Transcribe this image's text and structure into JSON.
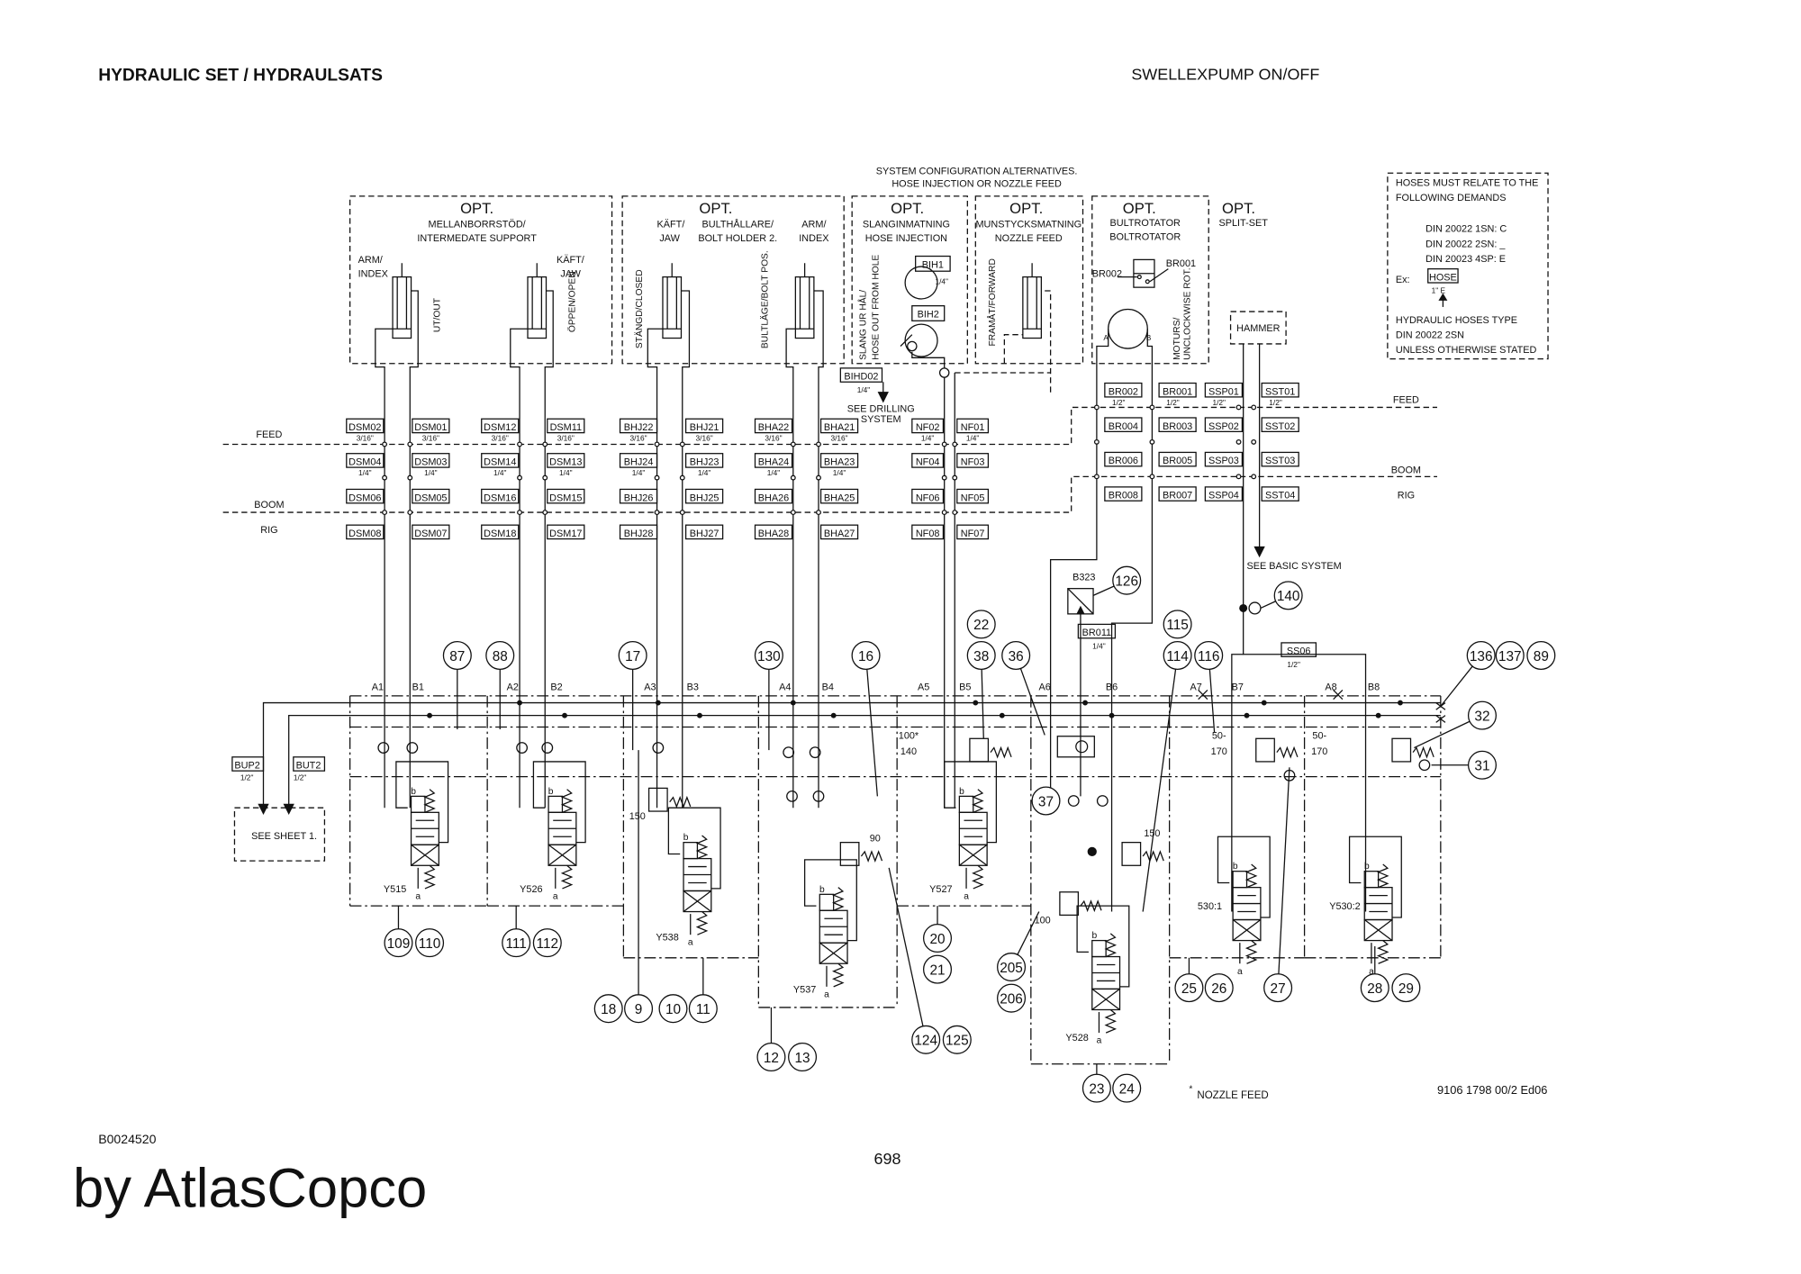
{
  "header": {
    "title": "HYDRAULIC SET / HYDRAULSATS",
    "subtitle": "SWELLEXPUMP ON/OFF"
  },
  "footer": {
    "drawing_id": "B0024520",
    "brand": "by AtlasCopco",
    "page": "698",
    "doc_number": "9106 1798 00/2 Ed06",
    "nozzle_note_mark": "*",
    "nozzle_note": "NOZZLE FEED"
  },
  "config_note": [
    "SYSTEM CONFIGURATION ALTERNATIVES.",
    "HOSE INJECTION OR NOZZLE FEED"
  ],
  "opt": {
    "support": {
      "opt": "OPT.",
      "t1": "MELLANBORRSTÖD/",
      "t2": "INTERMEDATE SUPPORT",
      "arm1": "ARM/",
      "arm2": "INDEX",
      "out": "UT/OUT",
      "jaw1": "KÄFT/",
      "jaw2": "JAW",
      "open": "ÖPPEN/OPEN"
    },
    "bolt_holder": {
      "opt": "OPT.",
      "jaw1": "KÄFT/",
      "jaw2": "JAW",
      "t1": "BULTHÅLLARE/",
      "t2": "BOLT HOLDER 2.",
      "arm1": "ARM/",
      "arm2": "INDEX",
      "closed": "STÄNGD/CLOSED",
      "pos": "BULTLÄGE/BOLT POS."
    },
    "hose_injection": {
      "opt": "OPT.",
      "t1": "SLANGINMATNING",
      "t2": "HOSE INJECTION",
      "v1": "SLANG UR HÅL/",
      "v2": "HOSE OUT FROM HOLE",
      "bih1": "BIH1",
      "bih1_size": "1/4\"",
      "bih2": "BIH2",
      "bihd02": "BIHD02",
      "bihd02_size": "1/4\"",
      "see1": "SEE DRILLING",
      "see2": "SYSTEM"
    },
    "nozzle_feed": {
      "opt": "OPT.",
      "t1": "MUNSTYCKSMATNING",
      "t2": "NOZZLE FEED",
      "forward": "FRAMÅT/FORWARD"
    },
    "bolt_rotator": {
      "opt": "OPT.",
      "t1": "BULTROTATOR",
      "t2": "BOLTROTATOR",
      "br002": "BR002",
      "br001": "BR001",
      "a": "A",
      "b": "B",
      "rot1": "MOTURS/",
      "rot2": "UNCLOCKWISE ROT."
    },
    "split_set": {
      "opt": "OPT.",
      "t1": "SPLIT-SET",
      "hammer": "HAMMER",
      "see": "SEE BASIC SYSTEM"
    }
  },
  "hose_note": {
    "l1": "HOSES MUST RELATE TO THE",
    "l2": "FOLLOWING DEMANDS",
    "d1": "DIN 20022 1SN: C",
    "d2": "DIN 20022 2SN: _",
    "d3": "DIN 20023 4SP: E",
    "ex": "Ex:",
    "hose": "HOSE",
    "hose_size": "1\" E",
    "t1": "HYDRAULIC HOSES TYPE",
    "t2": "DIN 20022 2SN",
    "t3": "UNLESS OTHERWISE STATED"
  },
  "zones": {
    "left": [
      "FEED",
      "BOOM",
      "RIG"
    ],
    "right": [
      "FEED",
      "BOOM",
      "RIG"
    ]
  },
  "hoses_left": [
    {
      "labels": [
        "DSM02",
        "DSM04",
        "DSM06",
        "DSM08"
      ],
      "sizes": [
        "3/16\"",
        "1/4\""
      ]
    },
    {
      "labels": [
        "DSM01",
        "DSM03",
        "DSM05",
        "DSM07"
      ],
      "sizes": [
        "3/16\"",
        "1/4\""
      ]
    },
    {
      "labels": [
        "DSM12",
        "DSM14",
        "DSM16",
        "DSM18"
      ],
      "sizes": [
        "3/16\"",
        "1/4\""
      ]
    },
    {
      "labels": [
        "DSM11",
        "DSM13",
        "DSM15",
        "DSM17"
      ],
      "sizes": [
        "3/16\"",
        "1/4\""
      ]
    },
    {
      "labels": [
        "BHJ22",
        "BHJ24",
        "BHJ26",
        "BHJ28"
      ],
      "sizes": [
        "3/16\"",
        "1/4\""
      ]
    },
    {
      "labels": [
        "BHJ21",
        "BHJ23",
        "BHJ25",
        "BHJ27"
      ],
      "sizes": [
        "3/16\"",
        "1/4\""
      ]
    },
    {
      "labels": [
        "BHA22",
        "BHA24",
        "BHA26",
        "BHA28"
      ],
      "sizes": [
        "3/16\"",
        "1/4\""
      ]
    },
    {
      "labels": [
        "BHA21",
        "BHA23",
        "BHA25",
        "BHA27"
      ],
      "sizes": [
        "3/16\"",
        "1/4\""
      ]
    },
    {
      "labels": [
        "NF02",
        "NF04",
        "NF06",
        "NF08"
      ],
      "sizes": [
        "1/4\""
      ]
    },
    {
      "labels": [
        "NF01",
        "NF03",
        "NF05",
        "NF07"
      ],
      "sizes": [
        "1/4\""
      ]
    }
  ],
  "hoses_right": [
    {
      "labels": [
        "BR002",
        "BR004",
        "BR006",
        "BR008"
      ],
      "sizes": [
        "1/2\""
      ]
    },
    {
      "labels": [
        "BR001",
        "BR003",
        "BR005",
        "BR007"
      ],
      "sizes": [
        "1/2\""
      ]
    },
    {
      "labels": [
        "SSP01",
        "SSP02",
        "SSP03",
        "SSP04"
      ],
      "sizes": [
        "1/2\""
      ]
    },
    {
      "labels": [
        "SST01",
        "SST02",
        "SST03",
        "SST04"
      ],
      "sizes": [
        "1/2\""
      ]
    }
  ],
  "ports": [
    "A1",
    "B1",
    "A2",
    "B2",
    "A3",
    "B3",
    "A4",
    "B4",
    "A5",
    "B5",
    "A6",
    "B6",
    "A7",
    "B7",
    "A8",
    "B8"
  ],
  "valves": [
    "Y515",
    "Y526",
    "Y538",
    "Y537",
    "Y527",
    "Y528",
    "530:1",
    "Y530:2"
  ],
  "valve_ports": {
    "a": "a",
    "b": "b"
  },
  "settings": [
    "150",
    "90",
    "100*",
    "140",
    "50-",
    "170",
    "50-",
    "170",
    "150",
    "100"
  ],
  "misc": {
    "bup2": "BUP2",
    "bup2_size": "1/2\"",
    "but2": "BUT2",
    "but2_size": "1/2\"",
    "see_sheet": "SEE SHEET 1.",
    "b323": "B323",
    "br011": "BR011",
    "br011_size": "1/4\"",
    "ss06": "SS06",
    "ss06_size": "1/2\""
  },
  "callouts": [
    "87",
    "88",
    "17",
    "130",
    "16",
    "22",
    "38",
    "36",
    "126",
    "115",
    "114",
    "116",
    "140",
    "136",
    "137",
    "89",
    "32",
    "31",
    "37",
    "109",
    "110",
    "111",
    "112",
    "20",
    "21",
    "205",
    "206",
    "18",
    "9",
    "10",
    "11",
    "124",
    "125",
    "12",
    "13",
    "23",
    "24",
    "25",
    "26",
    "27",
    "28",
    "29"
  ]
}
